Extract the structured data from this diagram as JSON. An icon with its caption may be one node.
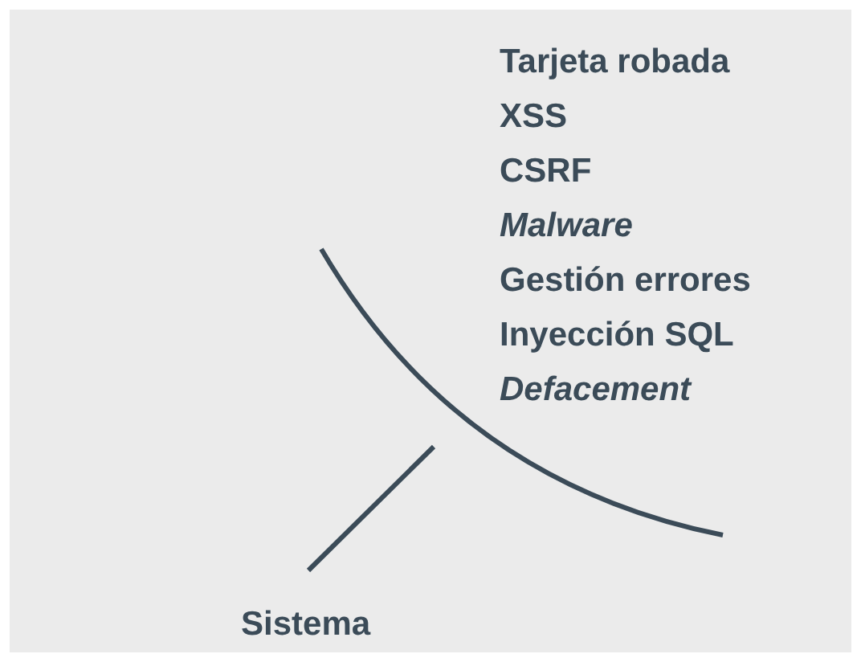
{
  "diagram": {
    "labels": [
      "Tarjeta robada",
      "XSS",
      "CSRF",
      "Malware",
      "Gestión errores",
      "Inyección SQL",
      "Defacement",
      "Sistema"
    ]
  }
}
